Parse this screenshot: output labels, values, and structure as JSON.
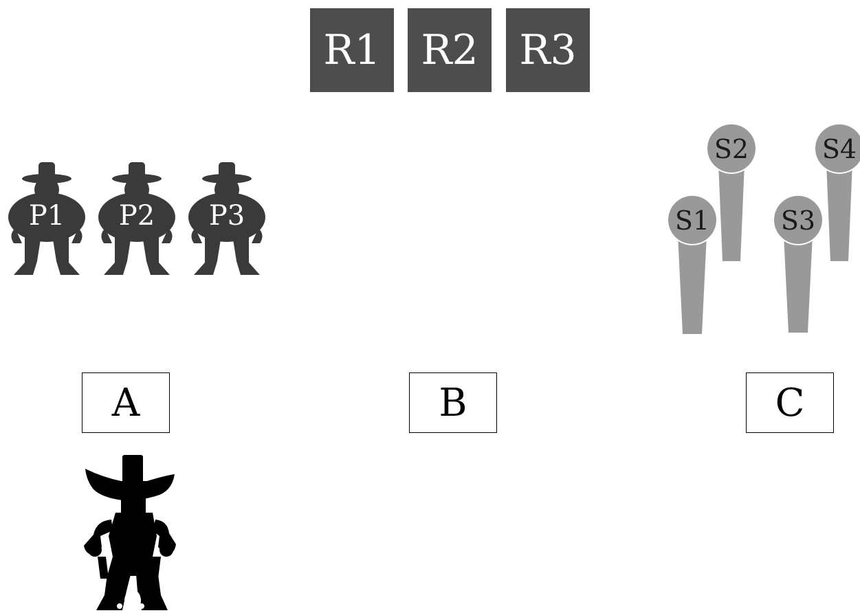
{
  "rooms": [
    {
      "label": "R1"
    },
    {
      "label": "R2"
    },
    {
      "label": "R3"
    }
  ],
  "players": [
    {
      "label": "P1"
    },
    {
      "label": "P2"
    },
    {
      "label": "P3"
    }
  ],
  "spots": [
    {
      "label": "S1"
    },
    {
      "label": "S2"
    },
    {
      "label": "S3"
    },
    {
      "label": "S4"
    }
  ],
  "zones": [
    {
      "label": "A"
    },
    {
      "label": "B"
    },
    {
      "label": "C"
    }
  ],
  "colors": {
    "room_card": "#4d4d4d",
    "player": "#3a3a3a",
    "spot": "#999999",
    "bandit": "#000000"
  },
  "icons": {
    "player": "cowboy-silhouette-icon",
    "spot": "microphone-stand-icon",
    "bandit": "bandit-silhouette-icon"
  }
}
